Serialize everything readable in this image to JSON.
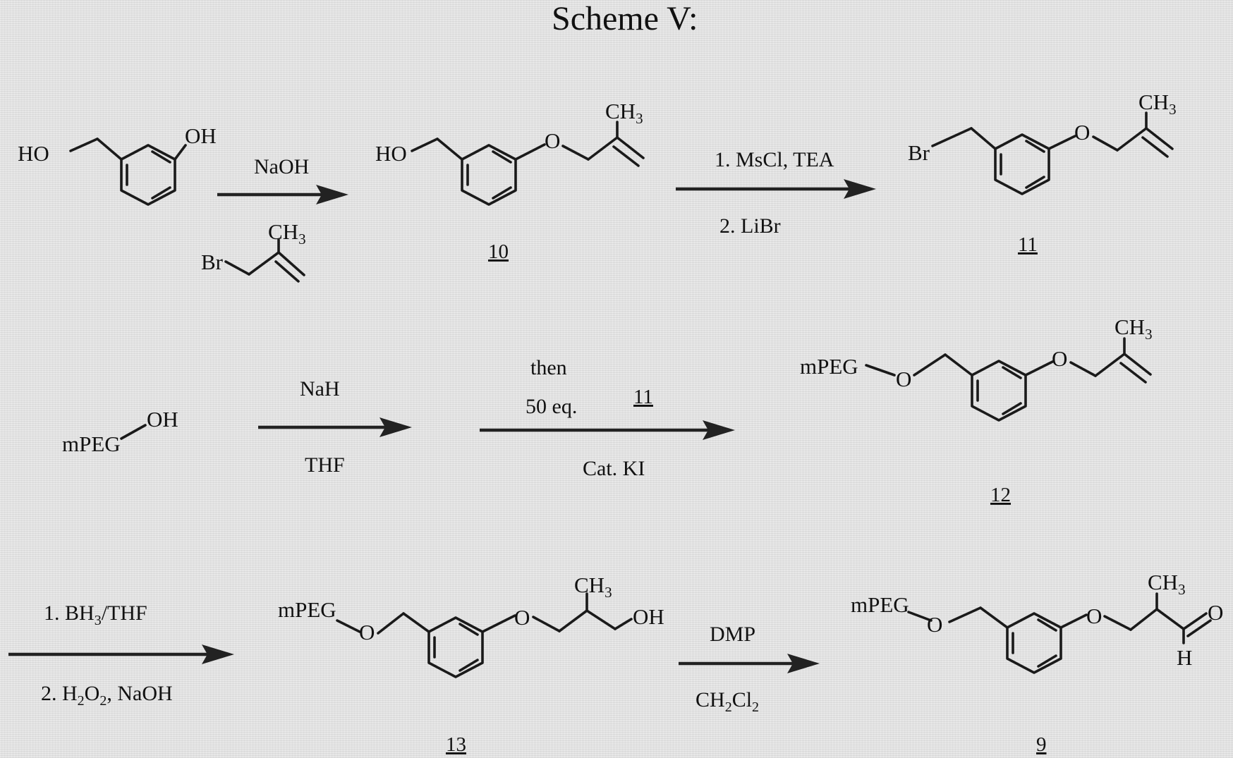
{
  "title": "Scheme V:",
  "labels": {
    "ho": "HO",
    "oh": "OH",
    "o": "O",
    "ch3": "CH",
    "three": "3",
    "br": "Br",
    "mpeg": "mPEG",
    "h": "H"
  },
  "compounds": {
    "c10": "10",
    "c11": "11",
    "c12": "12",
    "c13": "13",
    "c9": "9"
  },
  "reagents": {
    "step1_top": "NaOH",
    "step2_top": "1. MsCl, TEA",
    "step2_bottom": "2. LiBr",
    "step3_top": "NaH",
    "step3_bottom": "THF",
    "step4_then": "then",
    "step4_eq": "50 eq.",
    "step4_ref": "11",
    "step4_bottom": "Cat. KI",
    "step5_top": "1. BH",
    "step5_top_sub": "3",
    "step5_top_rest": "/THF",
    "step5_bottom_a": "2. H",
    "step5_bottom_sub1": "2",
    "step5_bottom_b": "O",
    "step5_bottom_sub2": "2",
    "step5_bottom_c": ", NaOH",
    "step6_top": "DMP",
    "step6_bottom_a": "CH",
    "step6_bottom_sub1": "2",
    "step6_bottom_b": "Cl",
    "step6_bottom_sub2": "2"
  }
}
